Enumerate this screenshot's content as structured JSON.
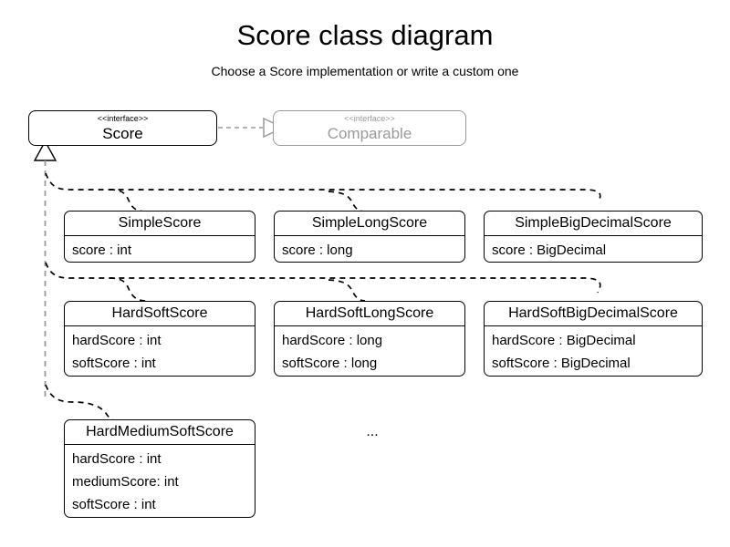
{
  "header": {
    "title": "Score class diagram",
    "subtitle": "Choose a Score implementation or write a custom one"
  },
  "interfaces": {
    "score": {
      "stereotype": "<<interface>>",
      "name": "Score"
    },
    "comparable": {
      "stereotype": "<<interface>>",
      "name": "Comparable"
    }
  },
  "classes": [
    {
      "name": "SimpleScore",
      "attributes": [
        "score : int"
      ]
    },
    {
      "name": "SimpleLongScore",
      "attributes": [
        "score : long"
      ]
    },
    {
      "name": "SimpleBigDecimalScore",
      "attributes": [
        "score : BigDecimal"
      ]
    },
    {
      "name": "HardSoftScore",
      "attributes": [
        "hardScore : int",
        "softScore : int"
      ]
    },
    {
      "name": "HardSoftLongScore",
      "attributes": [
        "hardScore : long",
        "softScore : long"
      ]
    },
    {
      "name": "HardSoftBigDecimalScore",
      "attributes": [
        "hardScore : BigDecimal",
        "softScore : BigDecimal"
      ]
    },
    {
      "name": "HardMediumSoftScore",
      "attributes": [
        "hardScore : int",
        "mediumScore: int",
        "softScore : int"
      ]
    }
  ],
  "more_marker": "...",
  "colors": {
    "stroke": "#000000",
    "ghost_stroke": "#9a9a9a",
    "background": "#ffffff",
    "text": "#000000",
    "ghost_text": "#9a9a9a"
  }
}
